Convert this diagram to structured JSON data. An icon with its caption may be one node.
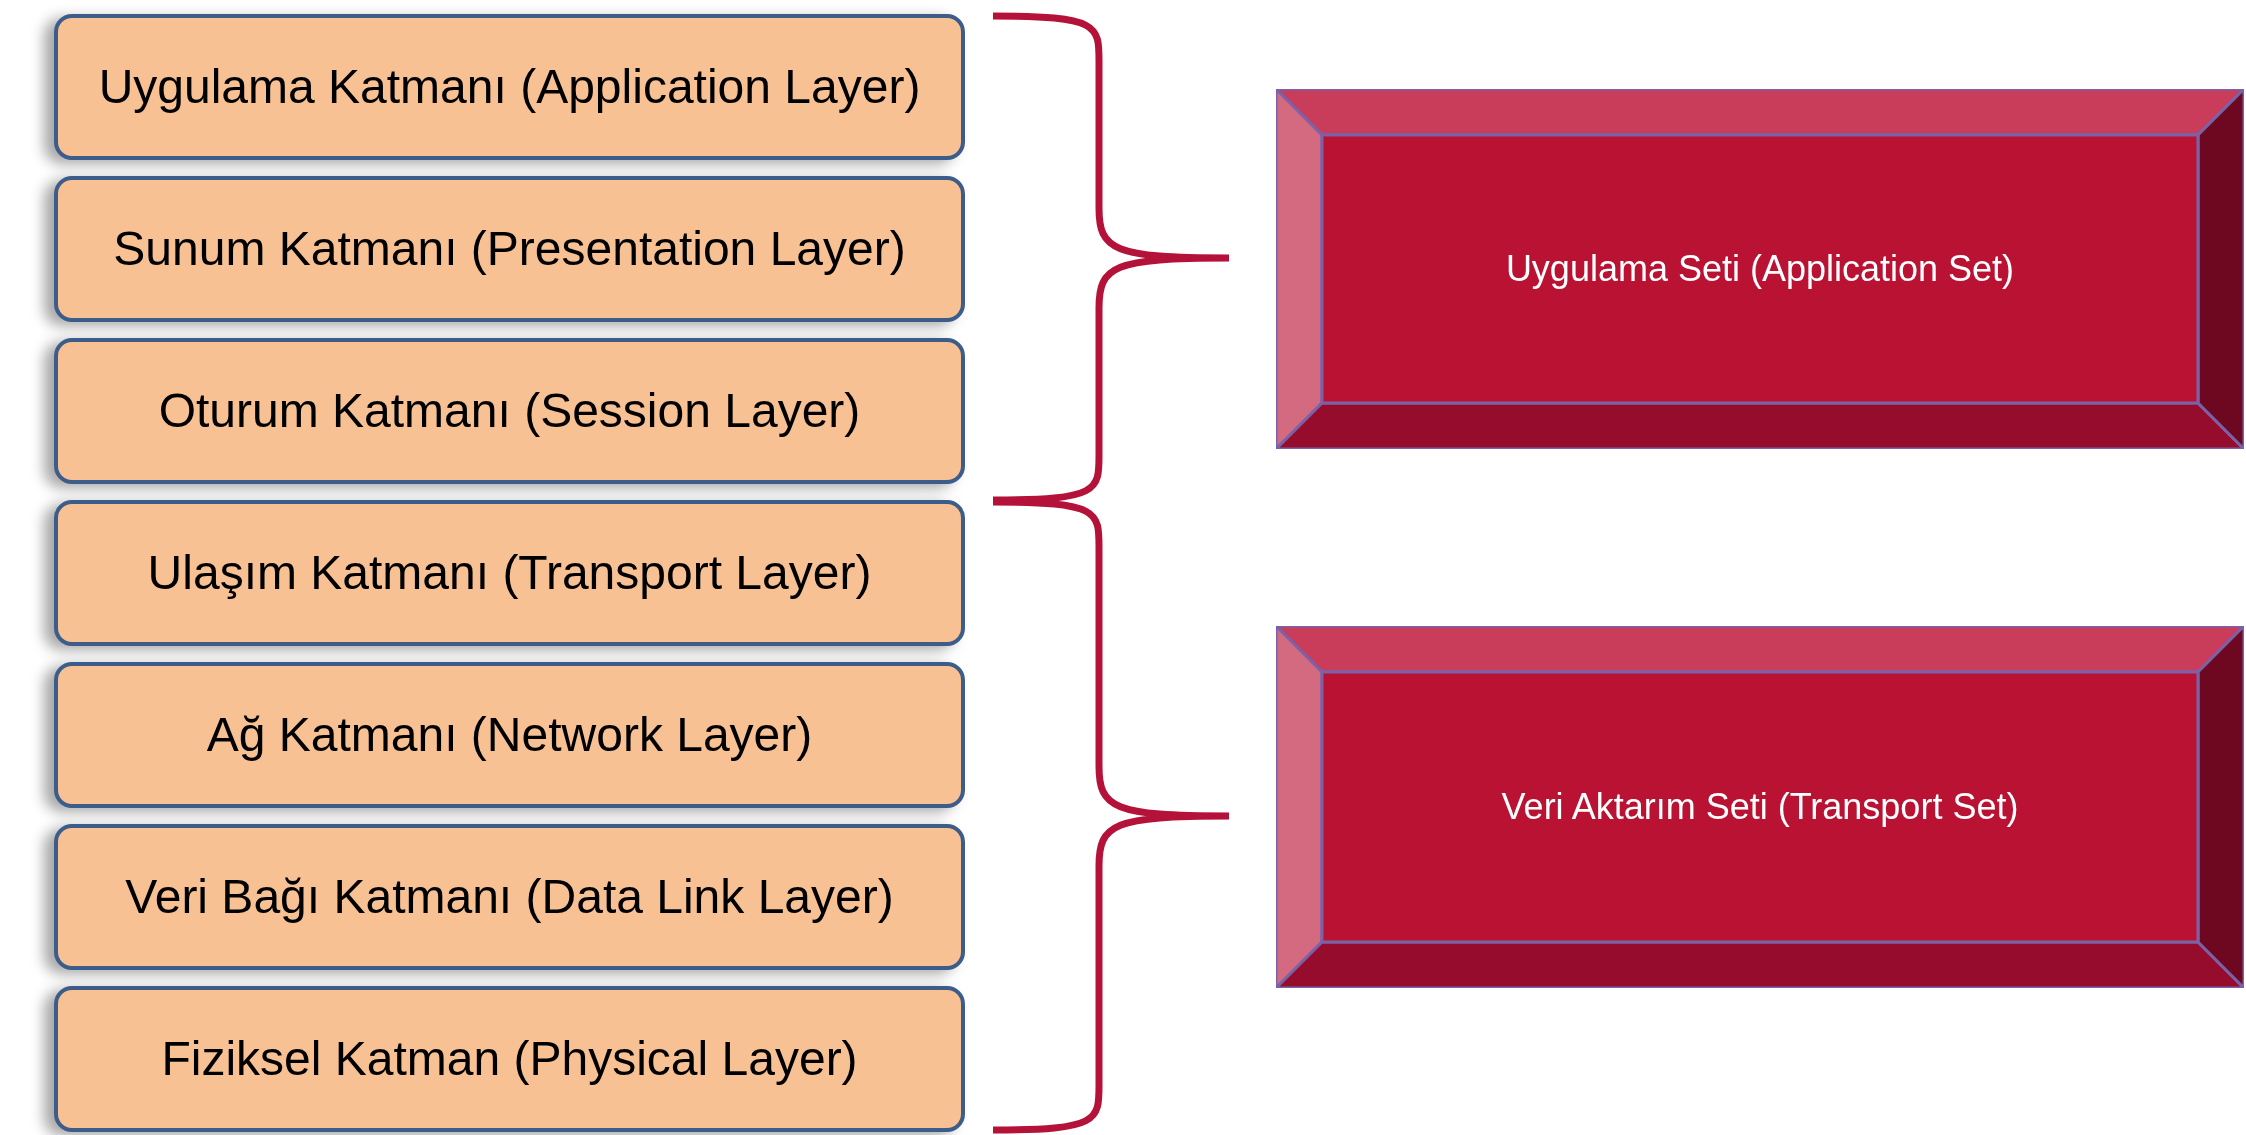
{
  "diagram": {
    "nodes": [
      {
        "text": [
          "Uygulama Katmanı (Application Layer)"
        ]
      },
      {
        "text": [
          "Sunum Katmanı (Presentation Layer)"
        ]
      },
      {
        "text": [
          "Oturum Katmanı (Session Layer)"
        ]
      },
      {
        "text": [
          "Ulaşım Katmanı (Transport Layer)"
        ]
      },
      {
        "text": [
          "Ağ Katmanı (Network Layer)"
        ]
      },
      {
        "text": [
          "Veri Bağı Katmanı (Data Link Layer)"
        ]
      },
      {
        "text": [
          "Fiziksel Katman (Physical Layer)"
        ]
      },
      {
        "text": [
          "Uygulama Seti (Application Set)"
        ]
      },
      {
        "text": [
          "Veri Aktarım Seti (Transport Set)"
        ]
      }
    ]
  }
}
